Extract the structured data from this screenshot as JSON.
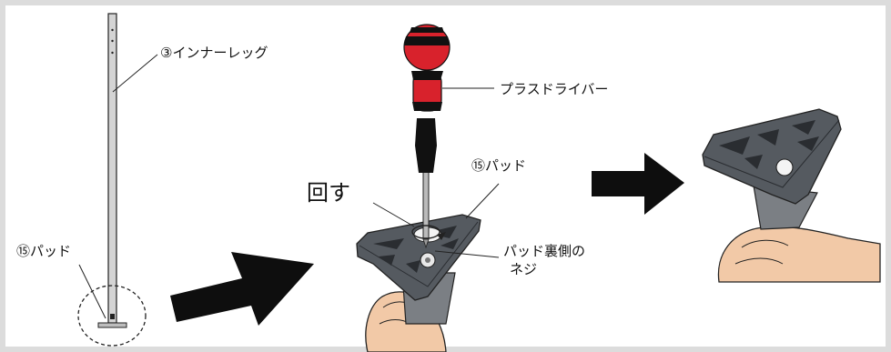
{
  "labels": {
    "inner_leg": "③インナーレッグ",
    "pad_left": "⑮パッド",
    "screwdriver": "プラスドライバー",
    "pad_center": "⑮パッド",
    "rotate": "回す",
    "screw_line1": "パッド裏側の",
    "screw_line2": "ネジ"
  },
  "colors": {
    "background": "#dcdcdc",
    "panel": "#ffffff",
    "leg_fill": "#d4d4d4",
    "pad_fill": "#555a60",
    "pad_dark": "#2a2d31",
    "handle_red": "#d8222c",
    "handle_black": "#111111",
    "skin": "#f2c9a7",
    "arrow": "#0e0e0e"
  }
}
